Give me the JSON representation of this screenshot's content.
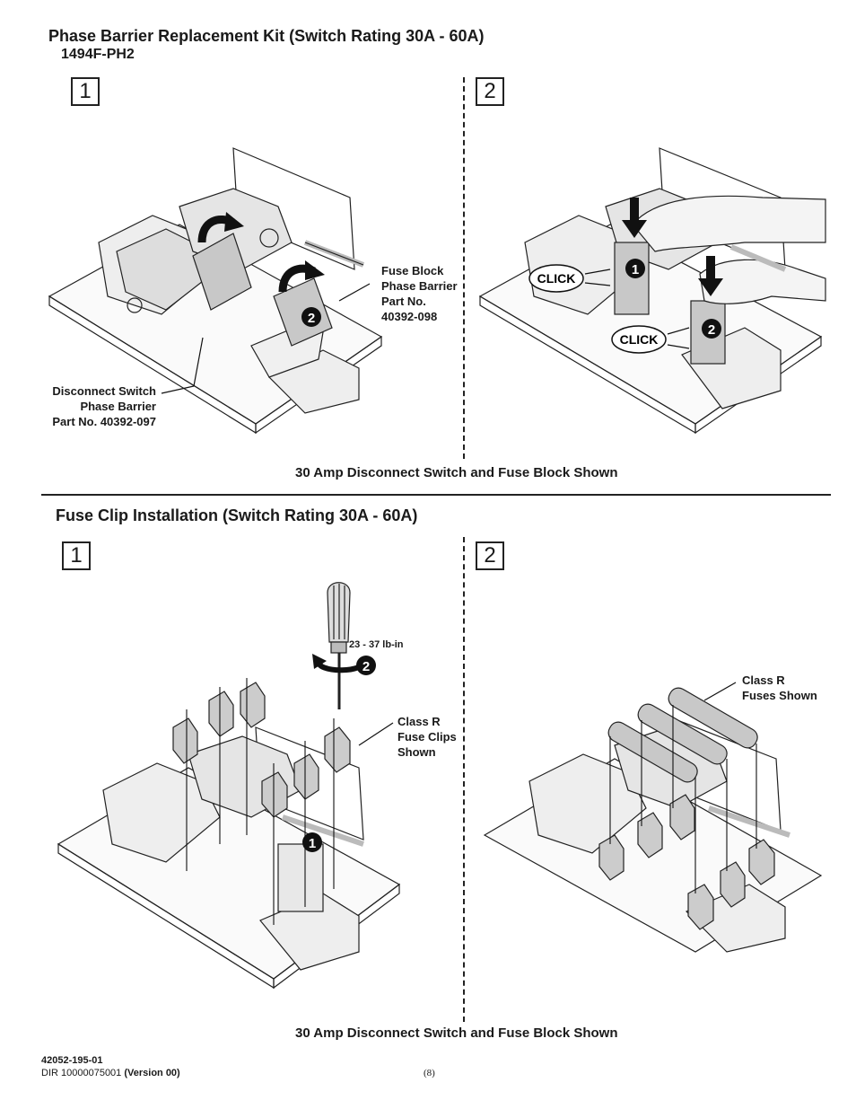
{
  "section1": {
    "title": "Phase Barrier Replacement Kit (Switch Rating 30A - 60A)",
    "subtitle": "1494F-PH2",
    "step1": "1",
    "step2": "2",
    "fuse_block_label": [
      "Fuse Block",
      "Phase Barrier",
      "Part No.",
      "40392-098"
    ],
    "disconnect_label": [
      "Disconnect Switch",
      "Phase Barrier",
      "Part No. 40392-097"
    ],
    "click1": "CLICK",
    "click2": "CLICK",
    "marker1": "1",
    "marker2": "2",
    "marker_left2": "2",
    "caption": "30 Amp Disconnect Switch and Fuse Block Shown"
  },
  "section2": {
    "title": "Fuse Clip Installation (Switch Rating 30A - 60A)",
    "step1": "1",
    "step2": "2",
    "torque": "23 - 37 lb-in",
    "marker1": "1",
    "marker2": "2",
    "fuse_clips_label": [
      "Class R",
      "Fuse Clips",
      "Shown"
    ],
    "fuses_label": [
      "Class R",
      "Fuses Shown"
    ],
    "caption": "30 Amp Disconnect Switch and Fuse Block Shown"
  },
  "footer": {
    "doc_number": "42052-195-01",
    "dir_prefix": "DIR 10000075001",
    "version": "(Version 00)",
    "page": "(8)"
  }
}
